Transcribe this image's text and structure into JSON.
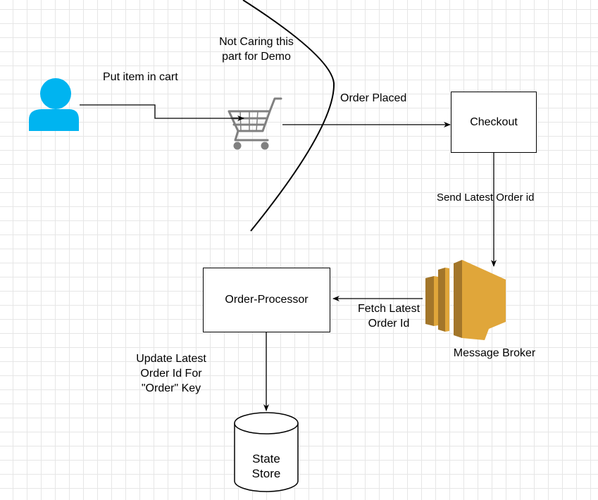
{
  "edges": {
    "put_item": "Put item in cart",
    "order_placed": "Order Placed",
    "send_latest": "Send Latest Order id",
    "fetch_latest": "Fetch Latest Order Id",
    "update_latest": "Update Latest Order Id For \"Order\" Key"
  },
  "notes": {
    "not_caring": "Not Caring this part for Demo"
  },
  "nodes": {
    "checkout": "Checkout",
    "order_processor": "Order-Processor",
    "message_broker": "Message Broker",
    "state_store": "State Store"
  },
  "icons": {
    "user": "user-icon",
    "cart": "shopping-cart-icon",
    "broker": "message-broker-icon",
    "database": "database-cylinder-icon"
  },
  "colors": {
    "user": "#00b4f0",
    "cart": "#808080",
    "broker_light": "#e0a63a",
    "broker_dark": "#a3762a",
    "line": "#000000"
  }
}
